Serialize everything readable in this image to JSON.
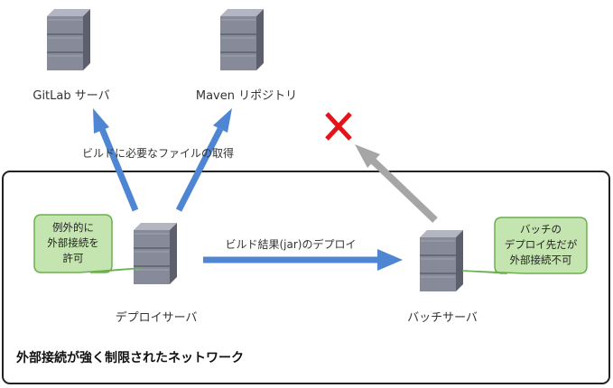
{
  "nodes": {
    "gitlab": "GitLab サーバ",
    "maven": "Maven リポジトリ",
    "deploy": "デプロイサーバ",
    "batch": "バッチサーバ"
  },
  "edges": {
    "fetch": "ビルドに必要なファイルの取得",
    "deploy": "ビルド結果(jar)のデプロイ"
  },
  "callouts": {
    "deploy": [
      "例外的に",
      "外部接続を",
      "許可"
    ],
    "batch": [
      "バッチの",
      "デプロイ先だが",
      "外部接続不可"
    ]
  },
  "network_title": "外部接続が強く制限されたネットワーク",
  "colors": {
    "arrow_blue": "#4f86d3",
    "arrow_gray": "#a6a6a6",
    "cross_red": "#e3141a",
    "callout_fill": "#c5e5b0",
    "callout_stroke": "#6ab04c",
    "server_body": "#878b99"
  }
}
